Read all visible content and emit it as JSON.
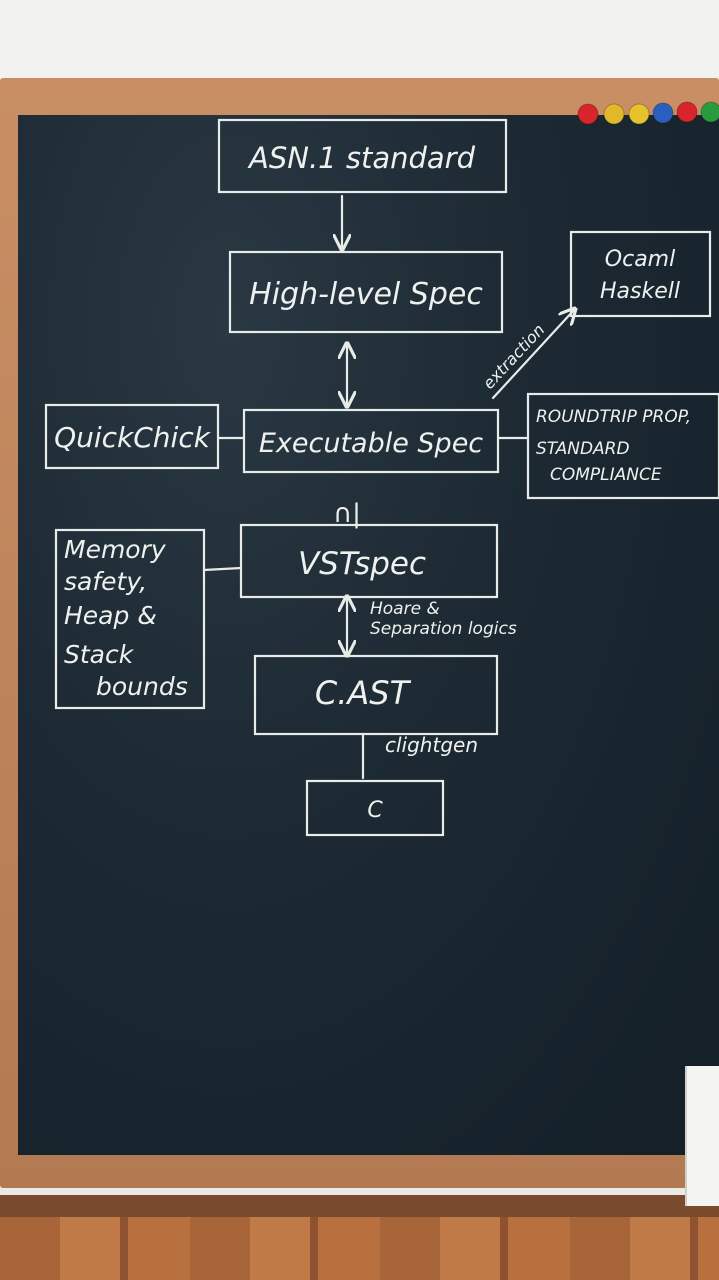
{
  "nodes": {
    "asn1": "ASN.1 standard",
    "high_level": "High-level Spec",
    "ocaml_lines": [
      "Ocaml",
      "Haskell"
    ],
    "quickchick": "QuickChick",
    "executable": "Executable Spec",
    "props_lines": [
      "ROUNDTRIP PROP,",
      "STANDARD",
      "COMPLIANCE"
    ],
    "memory_lines": [
      "Memory",
      "safety,",
      "Heap &",
      "Stack",
      "bounds"
    ],
    "vst": "VSTspec",
    "cast": "C.AST",
    "c": "C"
  },
  "edge_labels": {
    "extraction": "extraction",
    "refines": "∩|",
    "hoare_lines": [
      "Hoare &",
      "Separation logics"
    ],
    "clightgen": "clightgen"
  },
  "magnet_colors": [
    "#d8242b",
    "#e0b82a",
    "#e6c22c",
    "#2a5fbf",
    "#d8242b",
    "#2a9a3e"
  ],
  "chalk_color": "#e8ece8",
  "board_color": "#1c2933"
}
